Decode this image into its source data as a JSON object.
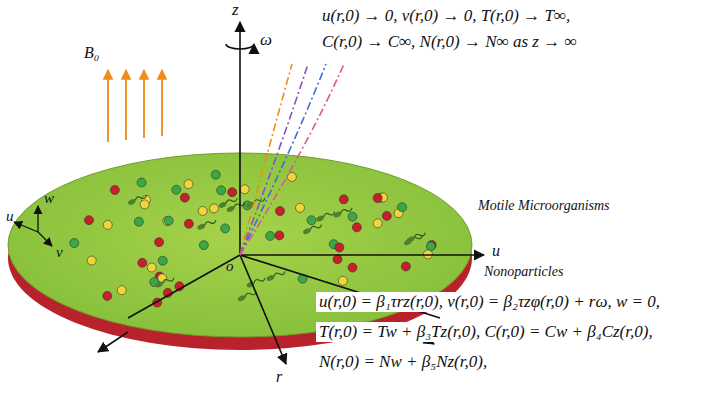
{
  "diagram": {
    "labels": [
      "u(r,0) → 0, v(r,0) → 0, T(r,0) → T∞,",
      "C(r,0) → C∞, N(r,0) → N∞ as z → ∞",
      "z",
      "ω",
      "B₀",
      "u",
      "w",
      "v",
      "Motile Microorganisms",
      "u",
      "Nonoparticles",
      "o",
      "r",
      "u(r,0) = β₁τrz(r,0), v(r,0) = β₂τzφ(r,0) + rω, w = 0,",
      "T(r,0) = Tw + β₃Tz(r,0), C(r,0) = Cw + β₄Cz(r,0),",
      "N(r,0) = Nw + β₅Nz(r,0),"
    ]
  }
}
